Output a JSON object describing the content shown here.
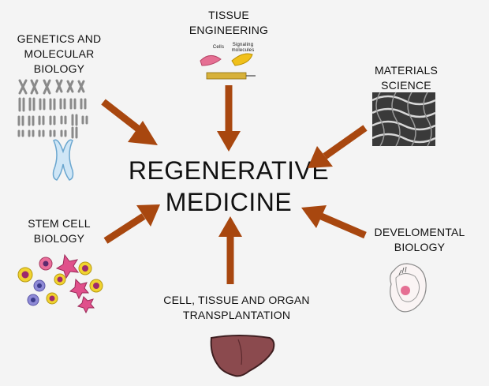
{
  "center": {
    "line1": "REGENERATIVE",
    "line2": "MEDICINE"
  },
  "fields": {
    "genetics": {
      "line1": "GENETICS AND",
      "line2": "MOLECULAR",
      "line3": "BIOLOGY",
      "icon": "chromosome-icon"
    },
    "tissue_engineering": {
      "line1": "TISSUE",
      "line2": "ENGINEERING",
      "cells_label": "Cells",
      "signal_label1": "Signaling",
      "signal_label2": "molecules",
      "icon": "scaffold-icon"
    },
    "materials": {
      "line1": "MATERIALS",
      "line2": "SCIENCE",
      "icon": "woven-material-icon"
    },
    "stem_cell": {
      "line1": "STEM CELL",
      "line2": "BIOLOGY",
      "icon": "stem-cells-icon"
    },
    "developmental": {
      "line1": "DEVELOMENTAL",
      "line2": "BIOLOGY",
      "icon": "embryo-icon"
    },
    "transplantation": {
      "line1": "CELL, TISSUE AND ORGAN",
      "line2": "TRANSPLANTATION",
      "icon": "liver-icon"
    }
  },
  "colors": {
    "arrow": "#a8470f",
    "background": "#f4f4f4",
    "liver": "#8b4a4e"
  }
}
